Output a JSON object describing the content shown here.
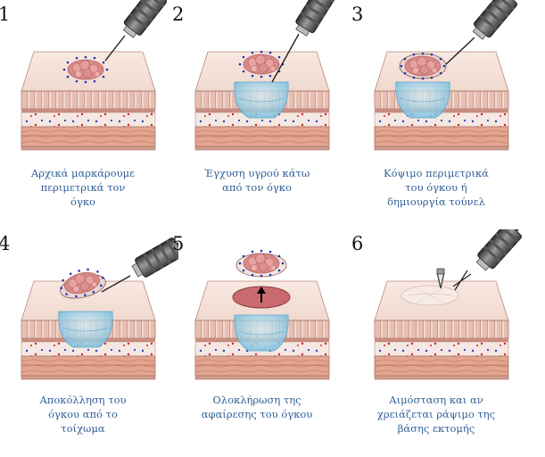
{
  "steps": [
    {
      "number": "1",
      "caption": "Αρχικά μαρκάρουμε\nπεριμετρικά τον\nόγκο"
    },
    {
      "number": "2",
      "caption": "Έγχυση υγρού κάτω\nαπό τον όγκο"
    },
    {
      "number": "3",
      "caption": "Κόψιμο περιμετρικά\nτου όγκου ή\nδημιουργία τούνελ"
    },
    {
      "number": "4",
      "caption": "Αποκόλληση του\nόγκου από το\nτοίχωμα"
    },
    {
      "number": "5",
      "caption": "Ολοκλήρωση της\nαφαίρεσης του όγκου"
    },
    {
      "number": "6",
      "caption": "Αιμόσταση και αν\nχρειάζεται ράψιμο της\nβάσης εκτομής"
    }
  ],
  "colors": {
    "caption": "#2f5f98",
    "tissue_top": "#f6e4dc",
    "tumor": "#d98a88",
    "fluid": "#9fd0e6"
  }
}
